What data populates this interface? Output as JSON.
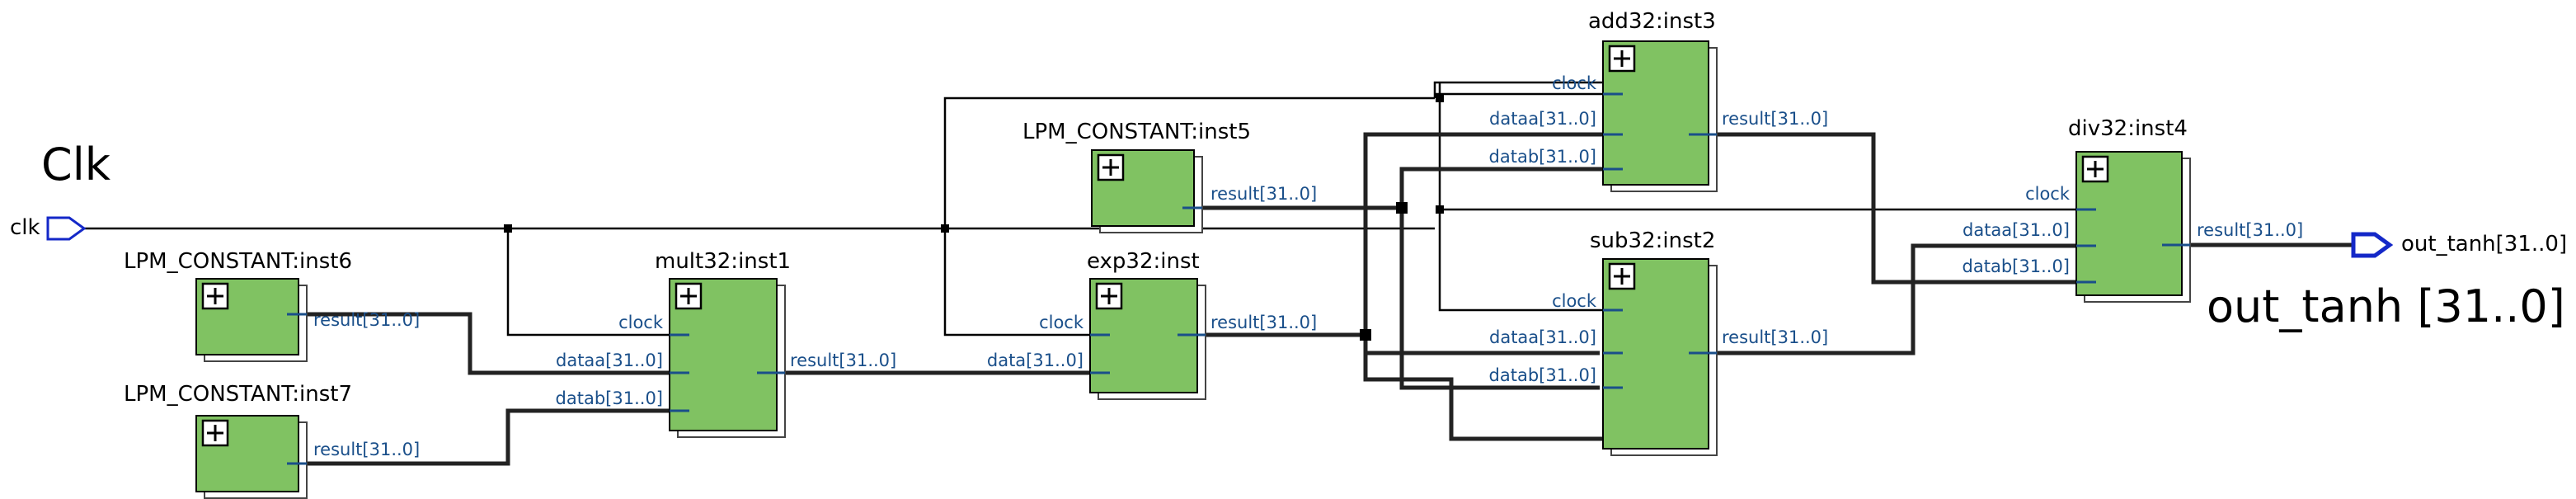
{
  "diagram": {
    "colors": {
      "block_fill": "#80c262",
      "block_border": "#000000",
      "wire": "#000000",
      "bus": "#222222",
      "port_text": "#1a4f8a",
      "port_pin": "#1a4f8a",
      "label_text": "#000000",
      "io_pin": "#1428c8"
    },
    "annotations": {
      "clk_big": "Clk",
      "out_big": "out_tanh [31..0]"
    },
    "io": {
      "input_clk": "clk",
      "output": "out_tanh[31..0]"
    },
    "blocks": {
      "inst6": {
        "title": "LPM_CONSTANT:inst6",
        "ports": {
          "result": "result[31..0]"
        }
      },
      "inst7": {
        "title": "LPM_CONSTANT:inst7",
        "ports": {
          "result": "result[31..0]"
        }
      },
      "inst1": {
        "title": "mult32:inst1",
        "ports": {
          "clock": "clock",
          "dataa": "dataa[31..0]",
          "datab": "datab[31..0]",
          "result": "result[31..0]"
        }
      },
      "inst5": {
        "title": "LPM_CONSTANT:inst5",
        "ports": {
          "result": "result[31..0]"
        }
      },
      "inst": {
        "title": "exp32:inst",
        "ports": {
          "clock": "clock",
          "data": "data[31..0]",
          "result": "result[31..0]"
        }
      },
      "inst3": {
        "title": "add32:inst3",
        "ports": {
          "clock": "clock",
          "dataa": "dataa[31..0]",
          "datab": "datab[31..0]",
          "result": "result[31..0]"
        }
      },
      "inst2": {
        "title": "sub32:inst2",
        "ports": {
          "clock": "clock",
          "dataa": "dataa[31..0]",
          "datab": "datab[31..0]",
          "result": "result[31..0]"
        }
      },
      "inst4": {
        "title": "div32:inst4",
        "ports": {
          "clock": "clock",
          "dataa": "dataa[31..0]",
          "datab": "datab[31..0]",
          "result": "result[31..0]"
        }
      }
    }
  }
}
